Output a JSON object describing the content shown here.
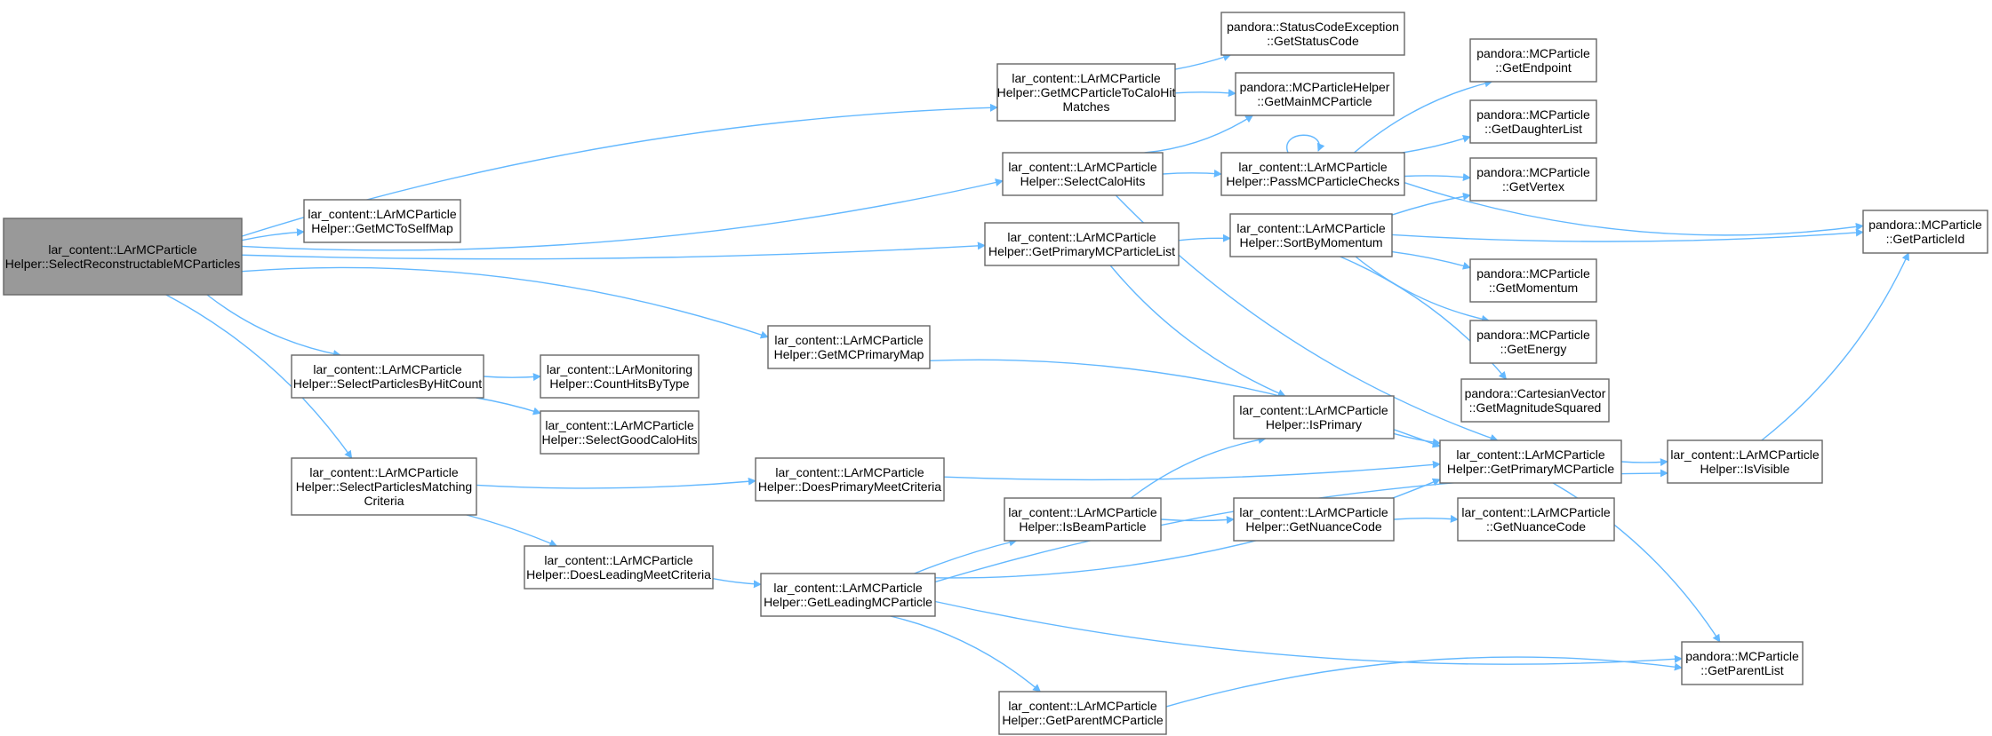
{
  "colors": {
    "edge": "#63b8ff",
    "node_fill": "#ffffff",
    "node_border": "#666666",
    "root_fill": "#999999"
  },
  "nodes": [
    {
      "id": "root",
      "lines": [
        "lar_content::LArMCParticle",
        "Helper::SelectReconstructableMCParticles"
      ],
      "root": true
    },
    {
      "id": "getMCToSelfMap",
      "lines": [
        "lar_content::LArMCParticle",
        "Helper::GetMCToSelfMap"
      ]
    },
    {
      "id": "selectParticlesByHitCount",
      "lines": [
        "lar_content::LArMCParticle",
        "Helper::SelectParticlesByHitCount"
      ]
    },
    {
      "id": "selectParticlesMatching",
      "lines": [
        "lar_content::LArMCParticle",
        "Helper::SelectParticlesMatching",
        "Criteria"
      ]
    },
    {
      "id": "countHitsByType",
      "lines": [
        "lar_content::LArMonitoring",
        "Helper::CountHitsByType"
      ]
    },
    {
      "id": "selectGoodCaloHits",
      "lines": [
        "lar_content::LArMCParticle",
        "Helper::SelectGoodCaloHits"
      ]
    },
    {
      "id": "doesLeading",
      "lines": [
        "lar_content::LArMCParticle",
        "Helper::DoesLeadingMeetCriteria"
      ]
    },
    {
      "id": "getMCPrimaryMap",
      "lines": [
        "lar_content::LArMCParticle",
        "Helper::GetMCPrimaryMap"
      ]
    },
    {
      "id": "doesPrimary",
      "lines": [
        "lar_content::LArMCParticle",
        "Helper::DoesPrimaryMeetCriteria"
      ]
    },
    {
      "id": "getLeadingMC",
      "lines": [
        "lar_content::LArMCParticle",
        "Helper::GetLeadingMCParticle"
      ]
    },
    {
      "id": "getMCToCalo",
      "lines": [
        "lar_content::LArMCParticle",
        "Helper::GetMCParticleToCaloHit",
        "Matches"
      ]
    },
    {
      "id": "selectCaloHits",
      "lines": [
        "lar_content::LArMCParticle",
        "Helper::SelectCaloHits"
      ]
    },
    {
      "id": "getPrimaryMCList",
      "lines": [
        "lar_content::LArMCParticle",
        "Helper::GetPrimaryMCParticleList"
      ]
    },
    {
      "id": "isBeamParticle",
      "lines": [
        "lar_content::LArMCParticle",
        "Helper::IsBeamParticle"
      ]
    },
    {
      "id": "getParentMC",
      "lines": [
        "lar_content::LArMCParticle",
        "Helper::GetParentMCParticle"
      ]
    },
    {
      "id": "statusCodeEx",
      "lines": [
        "pandora::StatusCodeException",
        "::GetStatusCode"
      ]
    },
    {
      "id": "getMainMC",
      "lines": [
        "pandora::MCParticleHelper",
        "::GetMainMCParticle"
      ]
    },
    {
      "id": "passMCChecks",
      "lines": [
        "lar_content::LArMCParticle",
        "Helper::PassMCParticleChecks"
      ]
    },
    {
      "id": "sortByMomentum",
      "lines": [
        "lar_content::LArMCParticle",
        "Helper::SortByMomentum"
      ]
    },
    {
      "id": "isPrimary",
      "lines": [
        "lar_content::LArMCParticle",
        "Helper::IsPrimary"
      ]
    },
    {
      "id": "getNuanceCodeHelper",
      "lines": [
        "lar_content::LArMCParticle",
        "Helper::GetNuanceCode"
      ]
    },
    {
      "id": "getEndpoint",
      "lines": [
        "pandora::MCParticle",
        "::GetEndpoint"
      ]
    },
    {
      "id": "getDaughterList",
      "lines": [
        "pandora::MCParticle",
        "::GetDaughterList"
      ]
    },
    {
      "id": "getVertex",
      "lines": [
        "pandora::MCParticle",
        "::GetVertex"
      ]
    },
    {
      "id": "getMomentum",
      "lines": [
        "pandora::MCParticle",
        "::GetMomentum"
      ]
    },
    {
      "id": "getEnergy",
      "lines": [
        "pandora::MCParticle",
        "::GetEnergy"
      ]
    },
    {
      "id": "getMagnitudeSquared",
      "lines": [
        "pandora::CartesianVector",
        "::GetMagnitudeSquared"
      ]
    },
    {
      "id": "getPrimaryMC",
      "lines": [
        "lar_content::LArMCParticle",
        "Helper::GetPrimaryMCParticle"
      ]
    },
    {
      "id": "getNuanceCode",
      "lines": [
        "lar_content::LArMCParticle",
        "::GetNuanceCode"
      ]
    },
    {
      "id": "getParentList",
      "lines": [
        "pandora::MCParticle",
        "::GetParentList"
      ]
    },
    {
      "id": "isVisible",
      "lines": [
        "lar_content::LArMCParticle",
        "Helper::IsVisible"
      ]
    },
    {
      "id": "getParticleId",
      "lines": [
        "pandora::MCParticle",
        "::GetParticleId"
      ]
    }
  ],
  "edges": [
    [
      "root",
      "getMCToCalo"
    ],
    [
      "root",
      "selectCaloHits"
    ],
    [
      "root",
      "getMCToSelfMap"
    ],
    [
      "root",
      "getPrimaryMCList"
    ],
    [
      "root",
      "getMCPrimaryMap"
    ],
    [
      "root",
      "selectParticlesByHitCount"
    ],
    [
      "root",
      "selectParticlesMatching"
    ],
    [
      "selectParticlesByHitCount",
      "countHitsByType"
    ],
    [
      "selectParticlesByHitCount",
      "selectGoodCaloHits"
    ],
    [
      "selectParticlesMatching",
      "doesPrimary"
    ],
    [
      "selectParticlesMatching",
      "doesLeading"
    ],
    [
      "doesLeading",
      "getLeadingMC"
    ],
    [
      "getMCPrimaryMap",
      "getPrimaryMC"
    ],
    [
      "doesPrimary",
      "getPrimaryMC"
    ],
    [
      "getLeadingMC",
      "isBeamParticle"
    ],
    [
      "getLeadingMC",
      "getPrimaryMC"
    ],
    [
      "getLeadingMC",
      "isVisible"
    ],
    [
      "getLeadingMC",
      "getParentList"
    ],
    [
      "getLeadingMC",
      "getParentMC"
    ],
    [
      "getMCToCalo",
      "statusCodeEx"
    ],
    [
      "getMCToCalo",
      "getMainMC"
    ],
    [
      "selectCaloHits",
      "getMainMC"
    ],
    [
      "selectCaloHits",
      "passMCChecks"
    ],
    [
      "selectCaloHits",
      "getPrimaryMC"
    ],
    [
      "getPrimaryMCList",
      "sortByMomentum"
    ],
    [
      "getPrimaryMCList",
      "isPrimary"
    ],
    [
      "isBeamParticle",
      "isPrimary"
    ],
    [
      "isBeamParticle",
      "getNuanceCodeHelper"
    ],
    [
      "getParentMC",
      "getParentList"
    ],
    [
      "passMCChecks",
      "passMCChecks"
    ],
    [
      "passMCChecks",
      "getEndpoint"
    ],
    [
      "passMCChecks",
      "getDaughterList"
    ],
    [
      "passMCChecks",
      "getVertex"
    ],
    [
      "passMCChecks",
      "getParticleId"
    ],
    [
      "sortByMomentum",
      "getVertex"
    ],
    [
      "sortByMomentum",
      "getParticleId"
    ],
    [
      "sortByMomentum",
      "getMomentum"
    ],
    [
      "sortByMomentum",
      "getEnergy"
    ],
    [
      "sortByMomentum",
      "getMagnitudeSquared"
    ],
    [
      "isPrimary",
      "getPrimaryMC"
    ],
    [
      "getNuanceCodeHelper",
      "getNuanceCode"
    ],
    [
      "getPrimaryMC",
      "isVisible"
    ],
    [
      "getPrimaryMC",
      "getParentList"
    ],
    [
      "isVisible",
      "getParticleId"
    ]
  ]
}
